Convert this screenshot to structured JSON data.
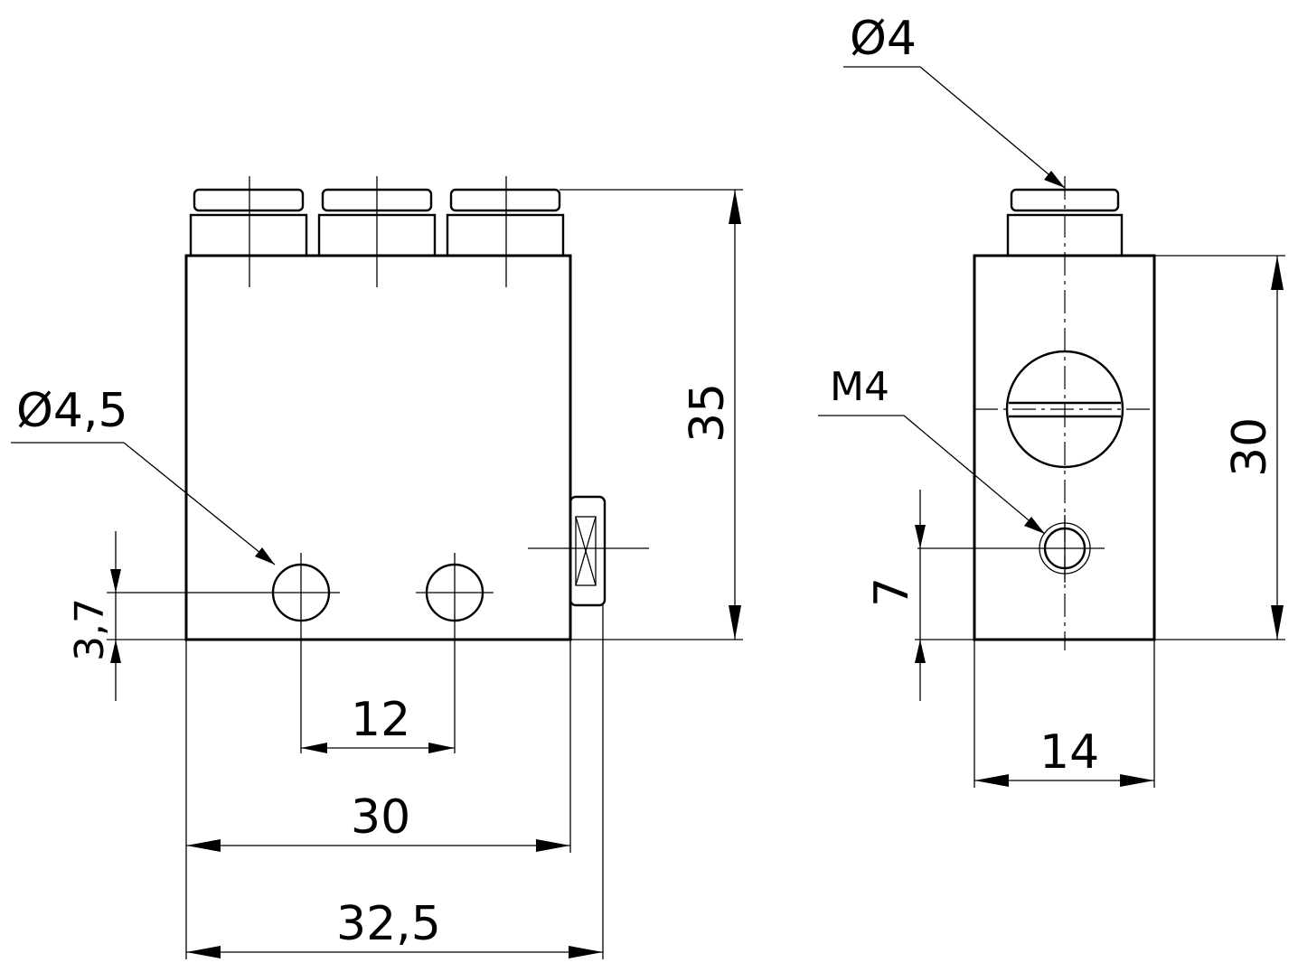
{
  "drawing": {
    "front_view": {
      "hole_dia_label": "Ø4,5",
      "hole_height_label": "3,7",
      "hole_spacing_label": "12",
      "body_width_label": "30",
      "overall_width_label": "32,5",
      "overall_height_label": "35"
    },
    "side_view": {
      "fitting_dia_label": "Ø4",
      "thread_label": "M4",
      "thread_height_label": "7",
      "body_height_label": "30",
      "body_width_label": "14"
    }
  }
}
